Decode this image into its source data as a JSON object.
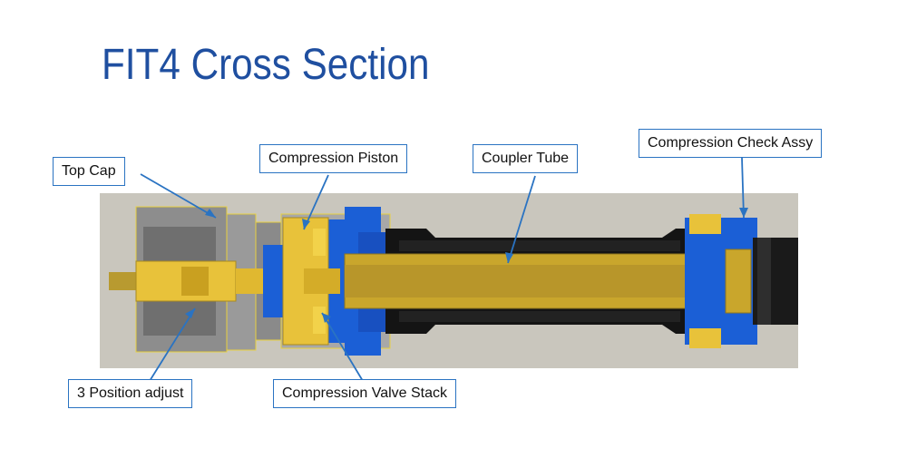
{
  "title": "FIT4 Cross Section",
  "callouts": {
    "top_cap": "Top Cap",
    "compression_piston": "Compression Piston",
    "coupler_tube": "Coupler Tube",
    "compression_check_assy": "Compression Check Assy",
    "three_position_adjust": "3 Position adjust",
    "compression_valve_stack": "Compression Valve Stack"
  },
  "colors": {
    "title": "#1f4fa0",
    "callout_border": "#2a73c2",
    "gold": "#e8c23a",
    "blue": "#1b5fd6",
    "black": "#141414",
    "grey": "#8d8d8d",
    "background_panel": "#c9c6bd"
  }
}
